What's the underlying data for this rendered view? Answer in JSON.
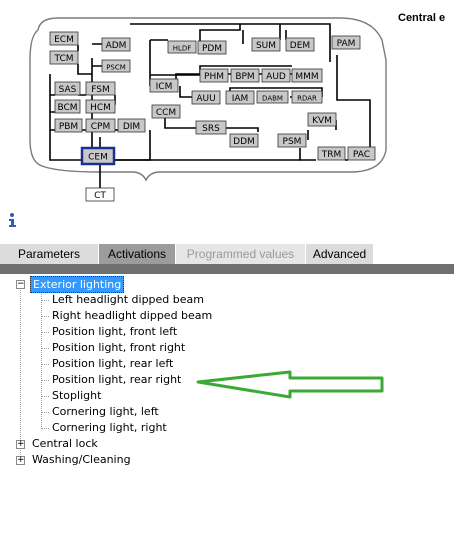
{
  "header": {
    "title": "Central e"
  },
  "diagram": {
    "modules": [
      {
        "id": "ECM",
        "label": "ECM"
      },
      {
        "id": "TCM",
        "label": "TCM"
      },
      {
        "id": "ADM",
        "label": "ADM"
      },
      {
        "id": "PSCM",
        "label": "PSCM"
      },
      {
        "id": "HLDF",
        "label": "HLDF"
      },
      {
        "id": "PDM",
        "label": "PDM"
      },
      {
        "id": "SUM",
        "label": "SUM"
      },
      {
        "id": "DEM",
        "label": "DEM"
      },
      {
        "id": "PAM",
        "label": "PAM"
      },
      {
        "id": "SAS",
        "label": "SAS"
      },
      {
        "id": "FSM",
        "label": "FSM"
      },
      {
        "id": "BCM",
        "label": "BCM"
      },
      {
        "id": "HCM",
        "label": "HCM"
      },
      {
        "id": "PBM",
        "label": "PBM"
      },
      {
        "id": "CPM",
        "label": "CPM"
      },
      {
        "id": "DIM",
        "label": "DIM"
      },
      {
        "id": "ICM",
        "label": "ICM"
      },
      {
        "id": "PHM",
        "label": "PHM"
      },
      {
        "id": "BPM",
        "label": "BPM"
      },
      {
        "id": "AUD",
        "label": "AUD"
      },
      {
        "id": "MMM",
        "label": "MMM"
      },
      {
        "id": "AUU",
        "label": "AUU"
      },
      {
        "id": "IAM",
        "label": "IAM"
      },
      {
        "id": "DABM",
        "label": "DABM"
      },
      {
        "id": "RDAR",
        "label": "RDAR"
      },
      {
        "id": "CCM",
        "label": "CCM"
      },
      {
        "id": "KVM",
        "label": "KVM"
      },
      {
        "id": "SRS",
        "label": "SRS"
      },
      {
        "id": "DDM",
        "label": "DDM"
      },
      {
        "id": "PSM",
        "label": "PSM"
      },
      {
        "id": "TRM",
        "label": "TRM"
      },
      {
        "id": "PAC",
        "label": "PAC"
      },
      {
        "id": "CEM",
        "label": "CEM"
      },
      {
        "id": "CT",
        "label": "CT"
      }
    ]
  },
  "info_icon": "info-icon",
  "tabs": [
    {
      "label": "Parameters",
      "state": "normal"
    },
    {
      "label": "Activations",
      "state": "active"
    },
    {
      "label": "Programmed values",
      "state": "disabled"
    },
    {
      "label": "Advanced",
      "state": "normal"
    }
  ],
  "tree": {
    "exterior": {
      "label": "Exterior lighting",
      "expanded": true,
      "children": [
        "Left headlight dipped beam",
        "Right headlight dipped beam",
        "Position light, front left",
        "Position light, front right",
        "Position light, rear left",
        "Position light, rear right",
        "Stoplight",
        "Cornering light, left",
        "Cornering light, right"
      ]
    },
    "central_lock": {
      "label": "Central lock",
      "expanded": false
    },
    "washing": {
      "label": "Washing/Cleaning",
      "expanded": false
    }
  },
  "annotation": {
    "color": "#3aaa35"
  },
  "colors": {
    "module_fill": "#c8c8c8",
    "cem_border": "#1f2f8f",
    "selected": "#3399ff",
    "tab_strip": "#6f6f6f"
  }
}
